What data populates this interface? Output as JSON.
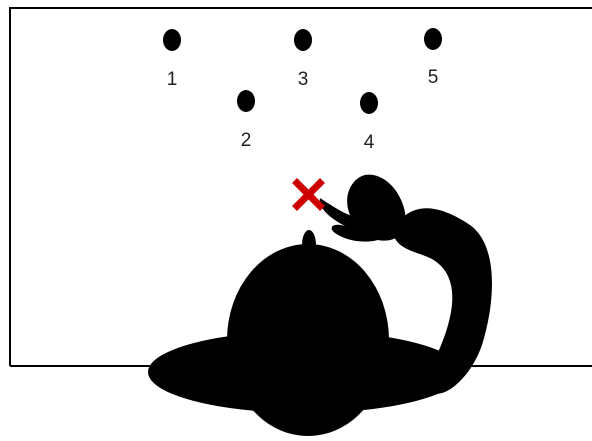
{
  "targets": [
    {
      "label": "1"
    },
    {
      "label": "2"
    },
    {
      "label": "3"
    },
    {
      "label": "4"
    },
    {
      "label": "5"
    }
  ],
  "colors": {
    "background": "#ffffff",
    "frame": "#000000",
    "dot": "#000000",
    "silhouette": "#000000",
    "marker": "#cc0000"
  },
  "icons": {
    "marker": "red-x-cross",
    "person": "top-down-person-silhouette"
  }
}
